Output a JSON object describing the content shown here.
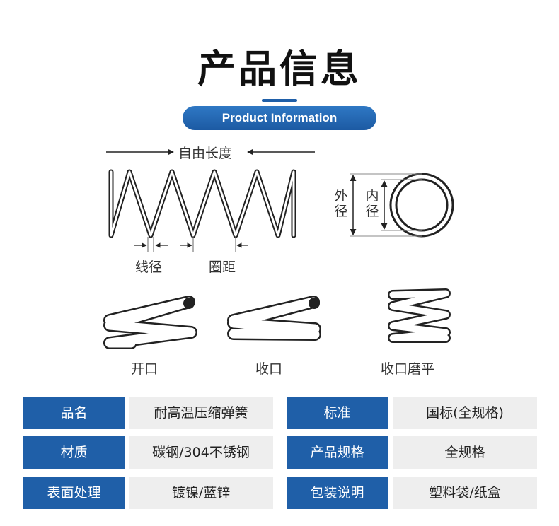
{
  "header": {
    "title": "产品信息",
    "subtitle": "Product Information"
  },
  "diagram": {
    "free_length": "自由长度",
    "wire_diameter": "线径",
    "pitch": "圈距",
    "outer_diameter": "外径",
    "inner_diameter": "内径",
    "end_types": [
      "开口",
      "收口",
      "收口磨平"
    ]
  },
  "specs": [
    {
      "key": "品名",
      "value": "耐高温压缩弹簧"
    },
    {
      "key": "标准",
      "value": "国标(全规格)"
    },
    {
      "key": "材质",
      "value": "碳钢/304不锈钢"
    },
    {
      "key": "产品规格",
      "value": "全规格"
    },
    {
      "key": "表面处理",
      "value": "镀镍/蓝锌"
    },
    {
      "key": "包装说明",
      "value": "塑料袋/纸盒"
    }
  ],
  "colors": {
    "accent": "#1f5fa8",
    "value_bg": "#eeeeee"
  }
}
